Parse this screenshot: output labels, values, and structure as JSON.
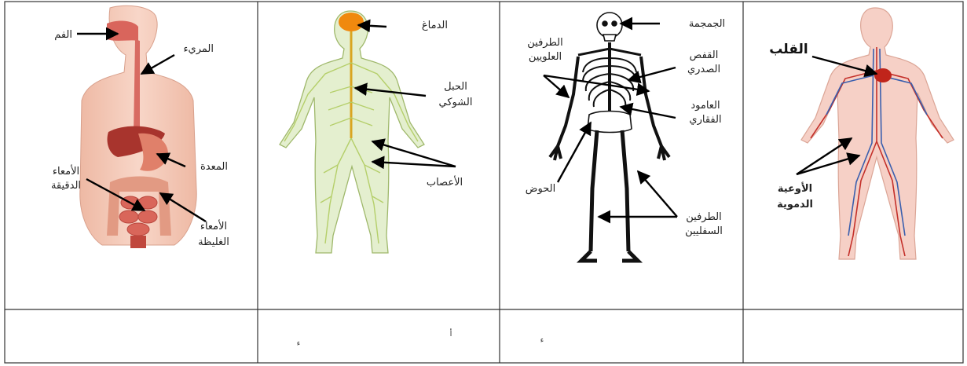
{
  "panels": {
    "digestive": {
      "mouth": "الفم",
      "esophagus": "المريء",
      "stomach": "المعدة",
      "small_intestine_1": "الأمعاء",
      "small_intestine_2": "الدقيقة",
      "large_intestine_1": "الأمعاء",
      "large_intestine_2": "الغليظة"
    },
    "nervous": {
      "brain": "الدماغ",
      "spinal_cord_1": "الحبل",
      "spinal_cord_2": "الشوكي",
      "nerves": "الأعصاب"
    },
    "skeletal": {
      "skull": "الجمجمة",
      "upper_limbs_1": "الطرفين",
      "upper_limbs_2": "العلويين",
      "rib_cage_1": "القفص",
      "rib_cage_2": "الصدري",
      "spine_1": "العامود",
      "spine_2": "الفقاري",
      "pelvis": "الحوض",
      "lower_limbs_1": "الطرفين",
      "lower_limbs_2": "السفليين"
    },
    "circulatory": {
      "heart": "القلب",
      "vessels_1": "الأوعية",
      "vessels_2": "الدموية"
    }
  },
  "bottom_row": {
    "cell2_mark_a": "ء",
    "cell2_mark_b": "أ",
    "cell3_mark": "ء"
  },
  "colors": {
    "border": "#333333",
    "skin": "#f3c7b4",
    "nerve": "#c6d98f",
    "brain": "#f0890e",
    "bone": "#ffffff",
    "heart": "#c0241b",
    "artery": "#c4302a",
    "vein": "#3a5fae",
    "arrow": "#000000"
  }
}
